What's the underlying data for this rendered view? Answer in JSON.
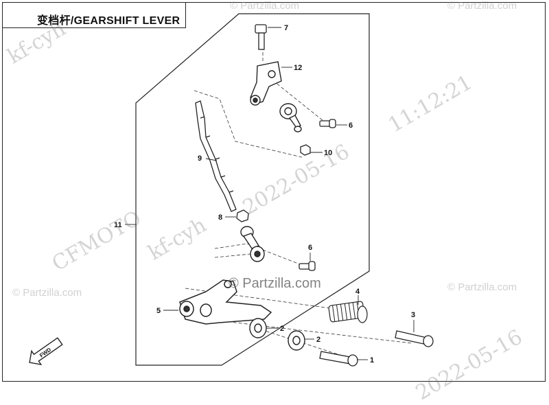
{
  "title": "变档杆/GEARSHIFT  LEVER",
  "callouts": [
    {
      "id": "c7",
      "label": "7"
    },
    {
      "id": "c12",
      "label": "12"
    },
    {
      "id": "c6a",
      "label": "6"
    },
    {
      "id": "c10",
      "label": "10"
    },
    {
      "id": "c9",
      "label": "9"
    },
    {
      "id": "c8",
      "label": "8"
    },
    {
      "id": "c11",
      "label": "11"
    },
    {
      "id": "c6b",
      "label": "6"
    },
    {
      "id": "c4",
      "label": "4"
    },
    {
      "id": "c5",
      "label": "5"
    },
    {
      "id": "c3",
      "label": "3"
    },
    {
      "id": "c2a",
      "label": "2"
    },
    {
      "id": "c2b",
      "label": "2"
    },
    {
      "id": "c1",
      "label": "1"
    }
  ],
  "fwd_label": "FWD",
  "watermarks": {
    "site": "© Partzilla.com",
    "brand": "CFMOTO",
    "user": "kf-cyh",
    "date": "2022-05-16",
    "time": "11:12:21"
  }
}
